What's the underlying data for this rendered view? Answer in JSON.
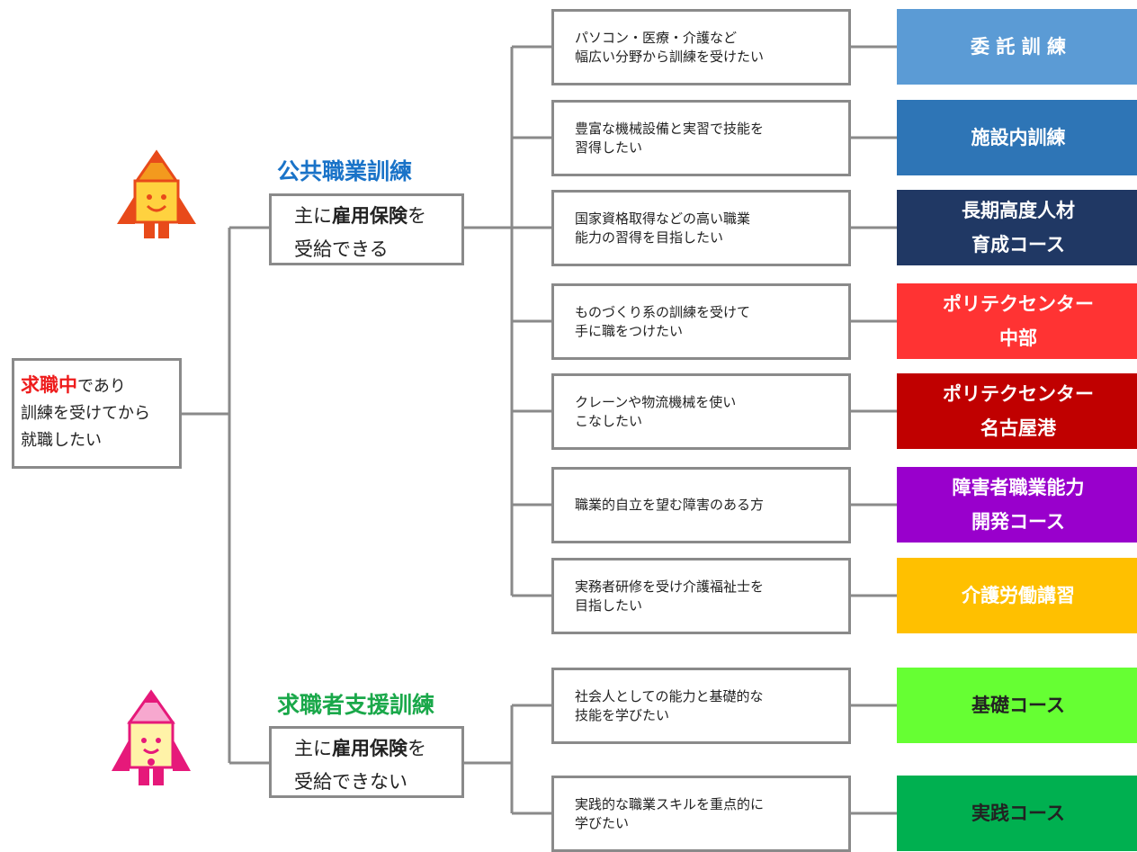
{
  "start": {
    "highlight": "求職中",
    "line1_rest": "であり",
    "line2": "訓練を受けてから",
    "line3": "就職したい"
  },
  "categories": [
    {
      "title": "公共職業訓練",
      "title_color": "#1a73c8",
      "pre": "主に",
      "bold": "雇用保険",
      "post": "を",
      "line2": "受給できる"
    },
    {
      "title": "求職者支援訓練",
      "title_color": "#1aa84a",
      "pre": "主に",
      "bold": "雇用保険",
      "post": "を",
      "line2": "受給できない"
    }
  ],
  "rows": [
    {
      "cond": [
        "パソコン・医療・介護など",
        "幅広い分野から訓練を受けたい"
      ],
      "course": [
        "委 託 訓 練"
      ],
      "color": "#5b9bd5"
    },
    {
      "cond": [
        "豊富な機械設備と実習で技能を",
        "習得したい"
      ],
      "course": [
        "施設内訓練"
      ],
      "color": "#2e75b6"
    },
    {
      "cond": [
        "国家資格取得などの高い職業",
        "能力の習得を目指したい"
      ],
      "course": [
        "長期高度人材",
        "育成コース"
      ],
      "color": "#203864"
    },
    {
      "cond": [
        "ものづくり系の訓練を受けて",
        "手に職をつけたい"
      ],
      "course": [
        "ポリテクセンター",
        "中部"
      ],
      "color": "#ff3333"
    },
    {
      "cond": [
        "クレーンや物流機械を使い",
        "こなしたい"
      ],
      "course": [
        "ポリテクセンター",
        "名古屋港"
      ],
      "color": "#c00000"
    },
    {
      "cond": [
        "職業的自立を望む障害のある方"
      ],
      "course": [
        "障害者職業能力",
        "開発コース"
      ],
      "color": "#9900cc"
    },
    {
      "cond": [
        "実務者研修を受け介護福祉士を",
        "目指したい"
      ],
      "course": [
        "介護労働講習"
      ],
      "color": "#ffc000"
    },
    {
      "cond": [
        "社会人としての能力と基礎的な",
        "技能を学びたい"
      ],
      "course": [
        "基礎コース"
      ],
      "color": "#66ff33",
      "text_color": "#222222"
    },
    {
      "cond": [
        "実践的な職業スキルを重点的に",
        "学びたい"
      ],
      "course": [
        "実践コース"
      ],
      "color": "#00b050",
      "text_color": "#222222"
    }
  ],
  "icons": [
    "pencil-mascot-orange-icon",
    "pencil-mascot-pink-icon"
  ],
  "colors": {
    "connector": "#8a8a8a"
  }
}
